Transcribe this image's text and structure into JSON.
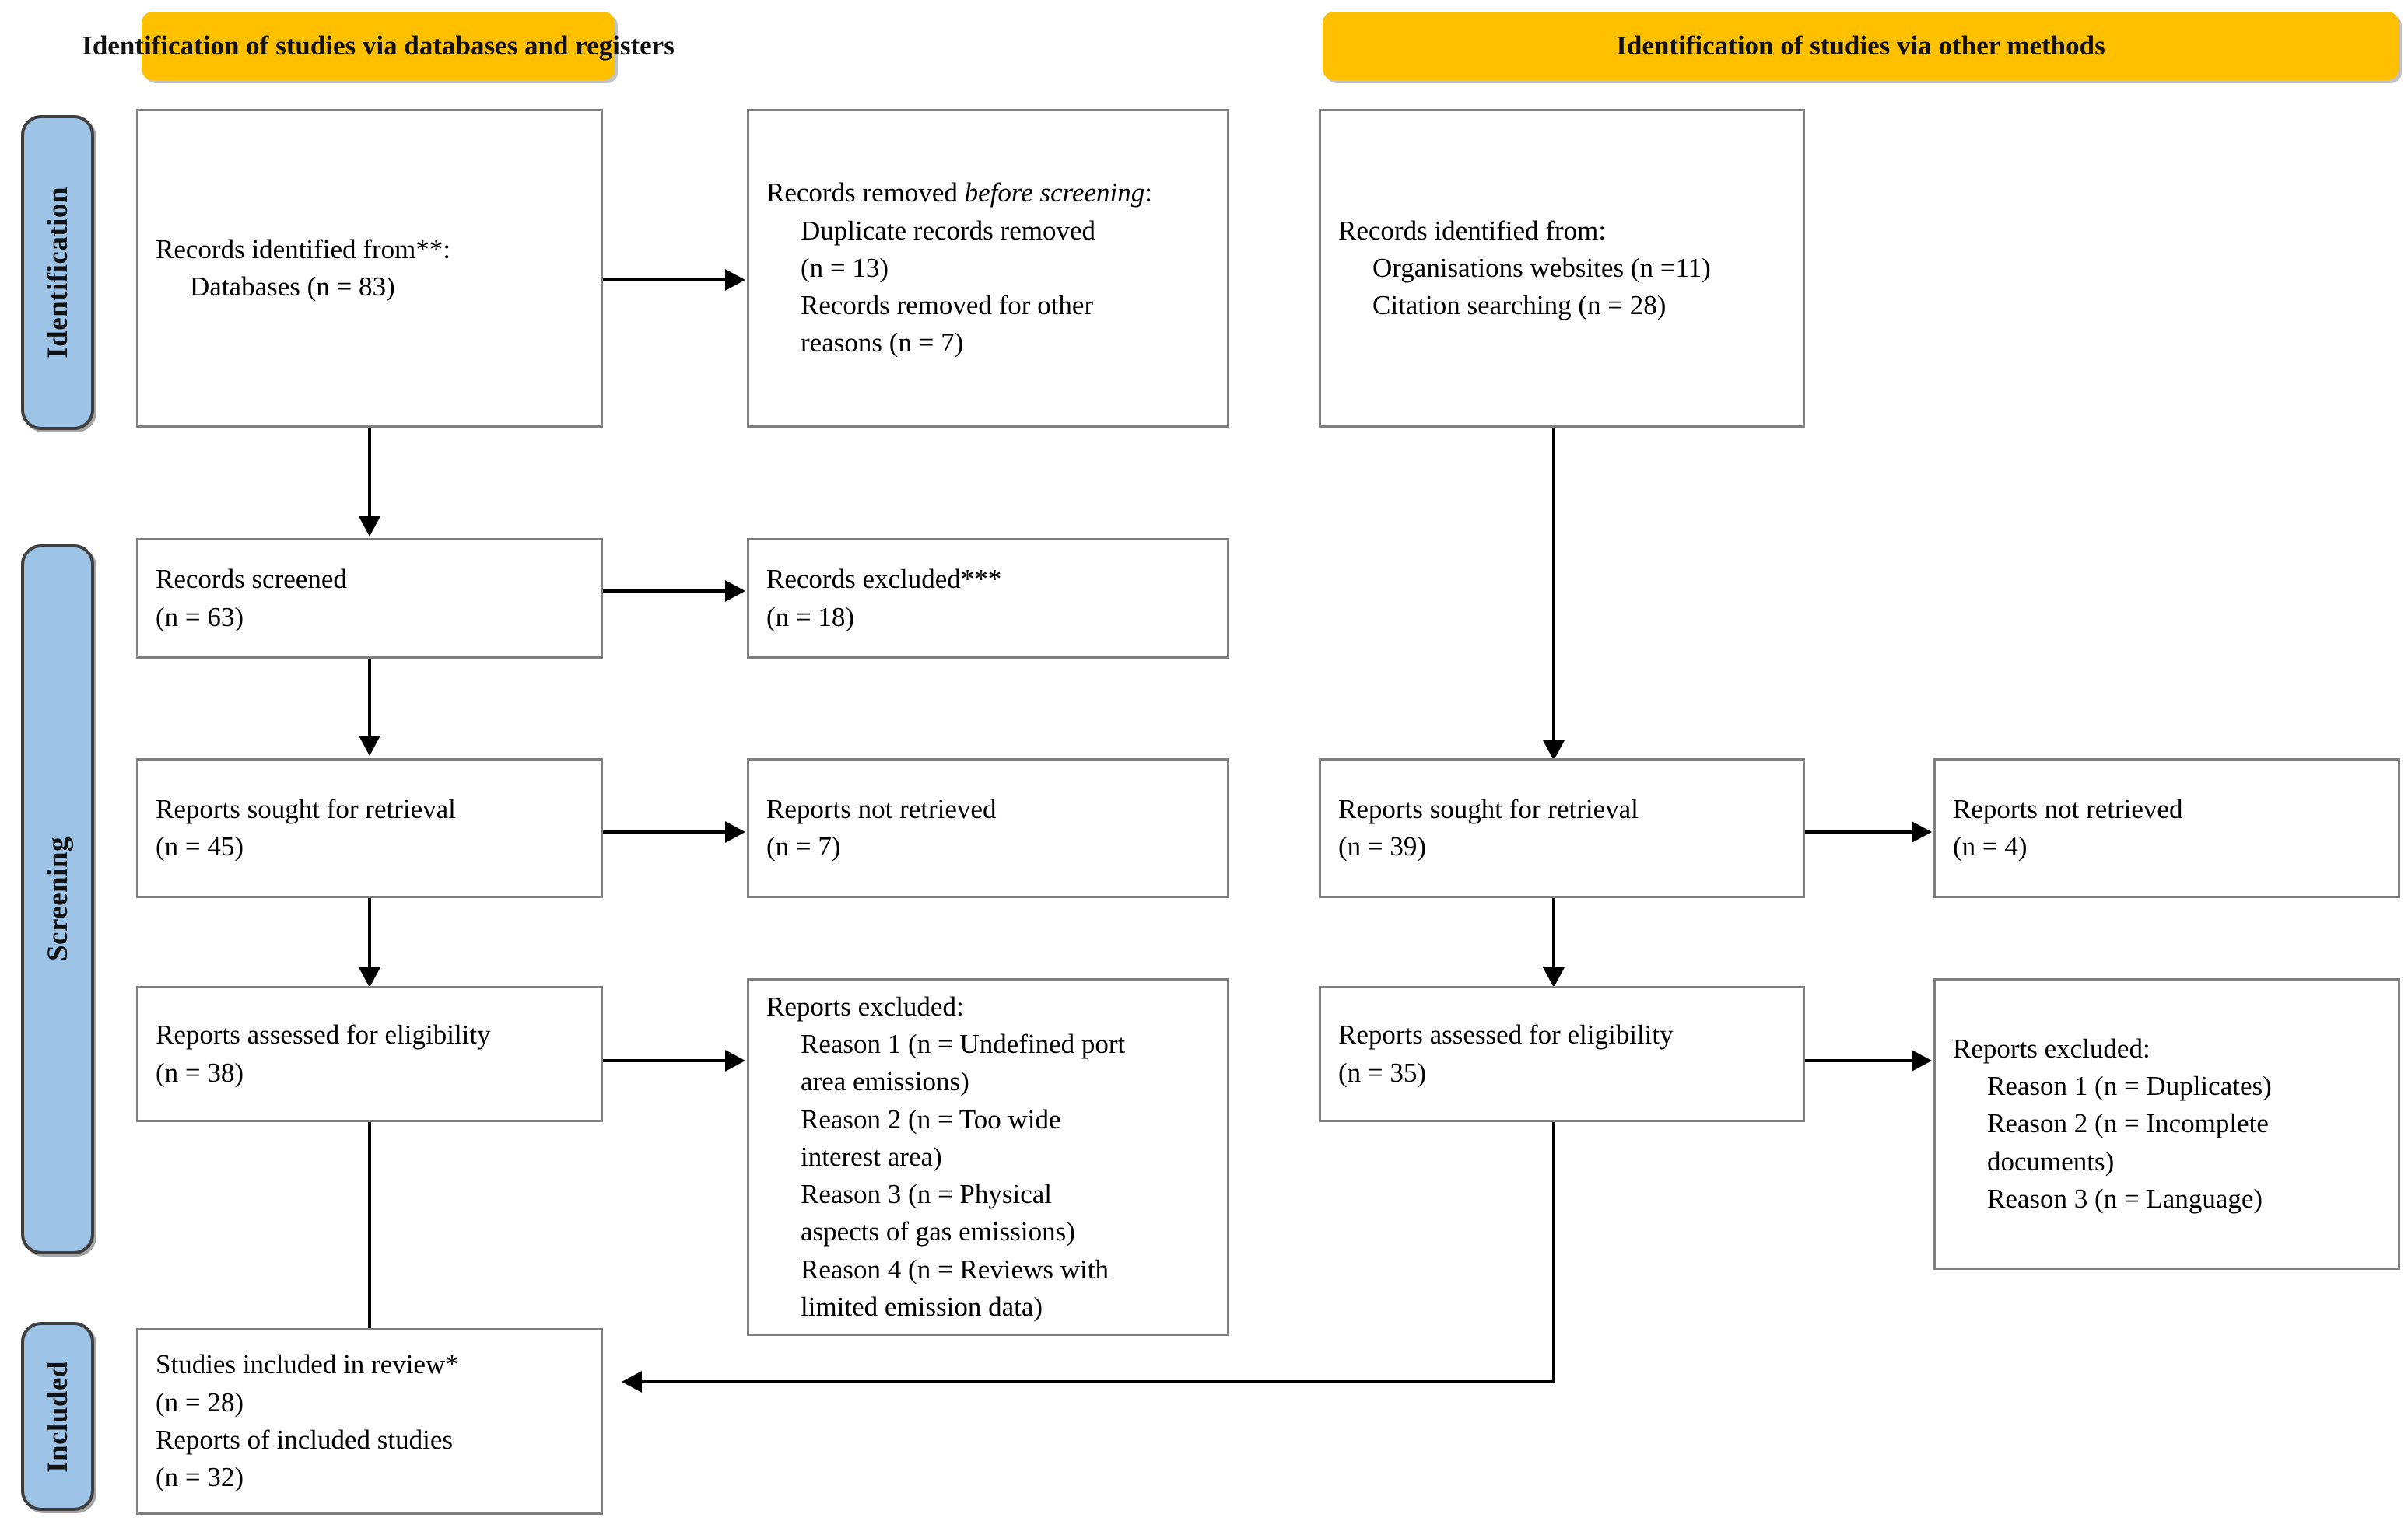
{
  "diagram": {
    "title": "PRISMA 2020 flow diagram",
    "colors": {
      "band_fill": "#9DC3E6",
      "band_border": "#3E3E3E",
      "banner_fill": "#FFC000",
      "box_border": "#7F7F7F",
      "connector": "#000000",
      "page_background": "#FFFFFF"
    }
  },
  "bands": [
    {
      "label": "Identification"
    },
    {
      "label": "Screening"
    },
    {
      "label": "Included"
    }
  ],
  "banners": [
    {
      "label": "Identification of studies via databases and registers"
    },
    {
      "label": "Identification of studies via other methods"
    }
  ],
  "boxes": {
    "db_identified": {
      "line1": "Records identified from**:",
      "line2": "Databases (n = 83)"
    },
    "db_removed": {
      "line1_a": "Records removed ",
      "line1_b": "before screening",
      "line1_c": ":",
      "line2": "Duplicate records removed",
      "line3": "(n = 13)",
      "line4": "Records removed for other",
      "line5": "reasons (n = 7)"
    },
    "db_screened": {
      "line1": "Records screened",
      "line2": "(n = 63)"
    },
    "db_excluded": {
      "line1": "Records excluded***",
      "line2": "(n = 18)"
    },
    "db_sought": {
      "line1": "Reports sought for retrieval",
      "line2": "(n = 45)"
    },
    "db_not_retrieved": {
      "line1": "Reports not retrieved",
      "line2": "(n = 7)"
    },
    "db_assessed": {
      "line1": "Reports assessed for eligibility",
      "line2": "(n = 38)"
    },
    "db_reports_excluded": {
      "heading": "Reports excluded:",
      "reasons": [
        "Reason 1 (n = Undefined port",
        "area emissions)",
        "Reason 2 (n = Too wide",
        "interest area)",
        "Reason 3 (n = Physical",
        "aspects of gas emissions)",
        "Reason 4 (n = Reviews with",
        "limited emission data)"
      ]
    },
    "other_identified": {
      "line1": "Records identified from:",
      "line2": "Organisations websites (n =11)",
      "line3": "Citation searching (n = 28)"
    },
    "other_sought": {
      "line1": "Reports sought for retrieval",
      "line2": "(n = 39)"
    },
    "other_not_retrieved": {
      "line1": "Reports not retrieved",
      "line2": "(n = 4)"
    },
    "other_assessed": {
      "line1": "Reports assessed for eligibility",
      "line2": "(n = 35)"
    },
    "other_reports_excluded": {
      "heading": "Reports excluded:",
      "reasons": [
        "Reason 1 (n = Duplicates)",
        "Reason 2 (n = Incomplete",
        "documents)",
        "Reason 3 (n = Language)"
      ]
    },
    "included": {
      "line1": "Studies included in review*",
      "line2": "(n = 28)",
      "line3": "Reports of included studies",
      "line4": "(n = 32)"
    }
  }
}
